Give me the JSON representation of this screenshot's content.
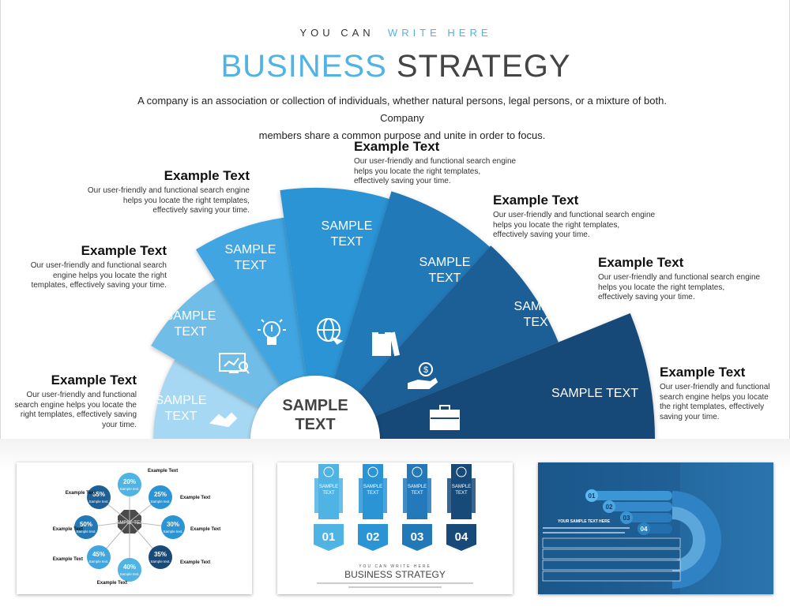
{
  "header": {
    "kicker_plain": "YOU CAN",
    "kicker_accent": "WRITE HERE",
    "title_accent": "BUSINESS",
    "title_plain": "STRATEGY",
    "intro_line1": "A company is an association or collection of individuals, whether natural persons, legal persons, or a mixture of both. Company",
    "intro_line2": "members share a common purpose and unite in order to focus."
  },
  "center": {
    "line1": "SAMPLE",
    "line2": "TEXT"
  },
  "segments": [
    {
      "line1": "SAMPLE",
      "line2": "TEXT",
      "color": "#a7d8f3",
      "icon": "handshake-icon"
    },
    {
      "line1": "SAMPLE",
      "line2": "TEXT",
      "color": "#6fbde8",
      "icon": "presentation-chart-icon"
    },
    {
      "line1": "SAMPLE",
      "line2": "TEXT",
      "color": "#41a5e0",
      "icon": "lightbulb-icon"
    },
    {
      "line1": "SAMPLE",
      "line2": "TEXT",
      "color": "#2b94d5",
      "icon": "globe-arrow-icon"
    },
    {
      "line1": "SAMPLE",
      "line2": "TEXT",
      "color": "#2379b8",
      "icon": "books-icon"
    },
    {
      "line1": "SAMPLE",
      "line2": "TEXT",
      "color": "#1d5f97",
      "icon": "money-hand-icon"
    },
    {
      "line1": "SAMPLE TEXT",
      "line2": "",
      "color": "#174a78",
      "icon": "briefcase-icon"
    }
  ],
  "callouts": [
    {
      "title": "Example Text",
      "l1": "Our user-friendly  and functional",
      "l2": "search engine  helps you locate the",
      "l3": "right templates,  effectively  saving",
      "l4": "your time."
    },
    {
      "title": "Example Text",
      "l1": "Our user-friendly  and functional search",
      "l2": "engine  helps you locate the right",
      "l3": "templates,  effectively  saving  your time.",
      "l4": ""
    },
    {
      "title": "Example Text",
      "l1": "Our user-friendly  and functional search engine",
      "l2": "helps you locate the right templates,",
      "l3": "effectively  saving  your time.",
      "l4": ""
    },
    {
      "title": "Example Text",
      "l1": "Our user-friendly  and functional search engine",
      "l2": "helps you locate the right templates,",
      "l3": "effectively  saving  your time.",
      "l4": ""
    },
    {
      "title": "Example Text",
      "l1": "Our user-friendly  and functional search engine",
      "l2": "helps you locate the right templates,",
      "l3": "effectively  saving  your time.",
      "l4": ""
    },
    {
      "title": "Example Text",
      "l1": "Our user-friendly  and functional search engine",
      "l2": "helps you locate the right templates,",
      "l3": "effectively  saving  your time.",
      "l4": ""
    },
    {
      "title": "Example Text",
      "l1": "Our user-friendly  and functional",
      "l2": "search engine  helps you locate",
      "l3": "the right templates,  effectively",
      "l4": "saving  your time."
    }
  ],
  "thumb1": {
    "center": "SAMPLE TEXT",
    "nodes": [
      {
        "pct": "55%",
        "label": "Sample text."
      },
      {
        "pct": "20%",
        "label": "Sample text."
      },
      {
        "pct": "25%",
        "label": "Sample text."
      },
      {
        "pct": "50%",
        "label": "Sample text."
      },
      {
        "pct": "30%",
        "label": "Sample text."
      },
      {
        "pct": "45%",
        "label": "Sample text."
      },
      {
        "pct": "35%",
        "label": "Sample text."
      },
      {
        "pct": "40%",
        "label": "Sample text."
      }
    ],
    "example": "Example Text"
  },
  "thumb2": {
    "cards": [
      {
        "label": "SAMPLE TEXT",
        "num": "01"
      },
      {
        "label": "SAMPLE TEXT",
        "num": "02"
      },
      {
        "label": "SAMPLE TEXT",
        "num": "03"
      },
      {
        "label": "SAMPLE TEXT",
        "num": "04"
      }
    ],
    "kicker": "YOU CAN WRITE HERE",
    "title": "BUSINESS STRATEGY"
  },
  "thumb3": {
    "steps": [
      "01",
      "02",
      "03",
      "04"
    ],
    "heading": "YOUR  SAMPLE TEXT HERE"
  }
}
